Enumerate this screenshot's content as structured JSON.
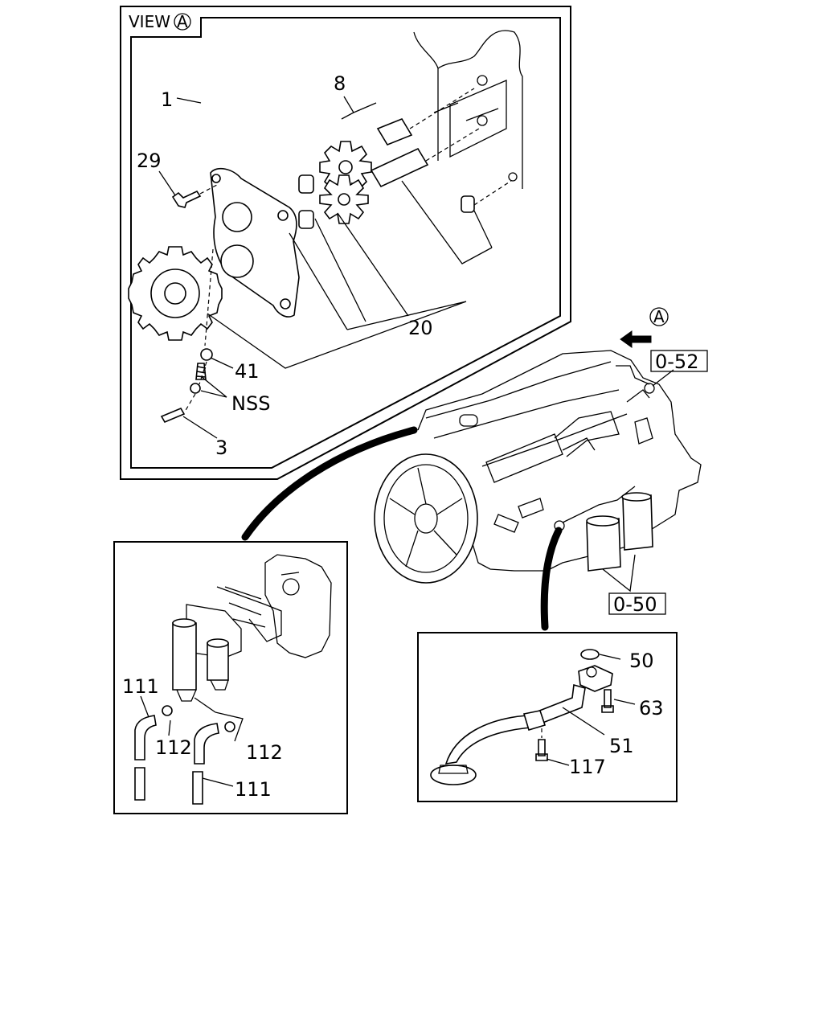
{
  "view_a": {
    "title": "VIEW",
    "circle_letter": "A",
    "labels": {
      "part_1": "1",
      "part_8": "8",
      "part_29": "29",
      "part_20": "20",
      "part_41": "41",
      "nss": "NSS",
      "part_3": "3"
    }
  },
  "engine": {
    "view_arrow_letter": "A",
    "ref_0_52": "0-52",
    "ref_0_50": "0-50"
  },
  "filter_detail": {
    "labels": {
      "part_111_top": "111",
      "part_112_left": "112",
      "part_112_right": "112",
      "part_111_bottom": "111"
    }
  },
  "strainer_detail": {
    "labels": {
      "part_50": "50",
      "part_63": "63",
      "part_51": "51",
      "part_117": "117"
    }
  }
}
